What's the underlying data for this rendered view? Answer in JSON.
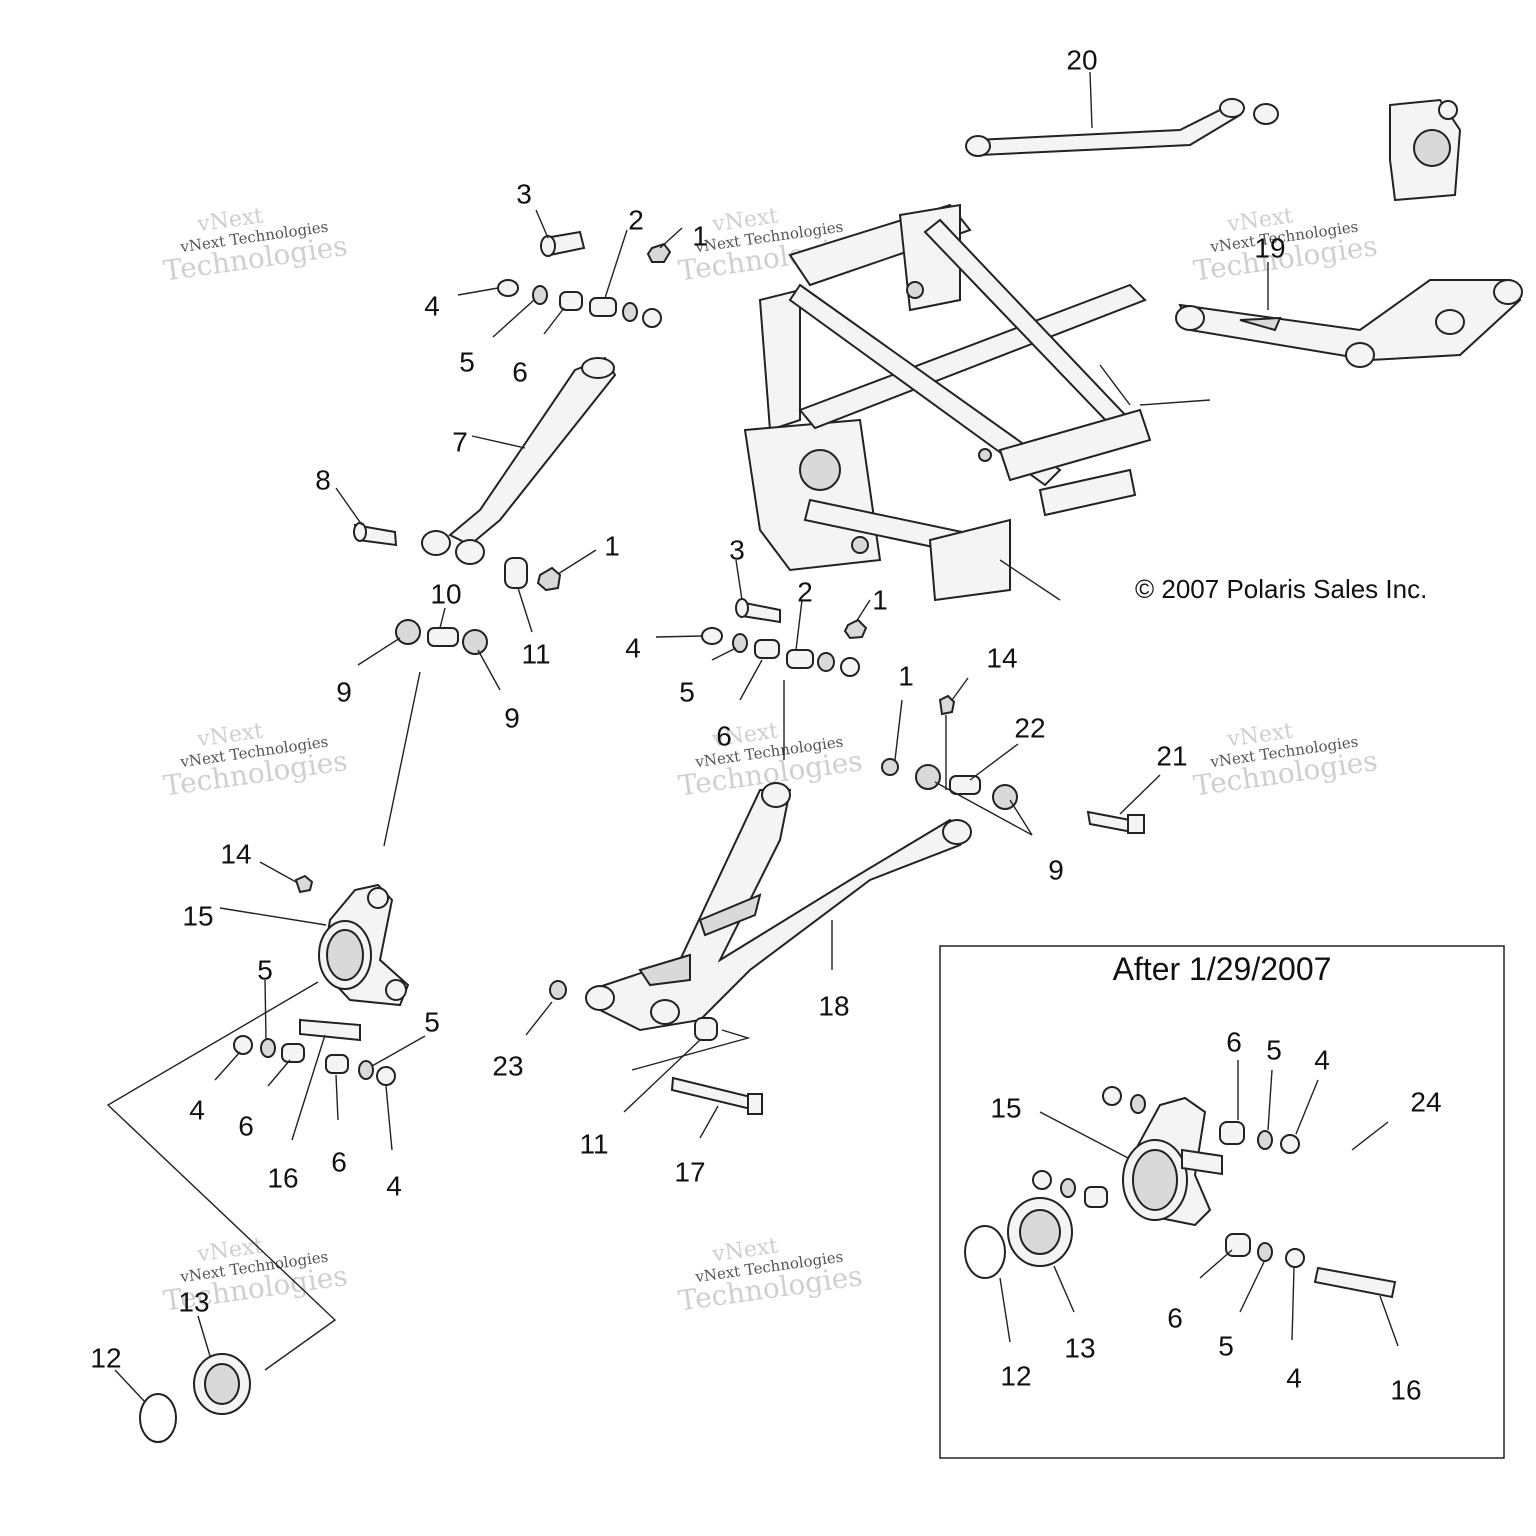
{
  "diagram": {
    "copyright": "© 2007 Polaris Sales Inc.",
    "inset_title": "After 1/29/2007",
    "watermark": {
      "line1": "vNext",
      "line2": "vNext Technologies",
      "line3": "Technologies"
    },
    "callouts": [
      {
        "id": "c1",
        "text": "20"
      },
      {
        "id": "c2",
        "text": "3"
      },
      {
        "id": "c3",
        "text": "2"
      },
      {
        "id": "c4",
        "text": "1"
      },
      {
        "id": "c5",
        "text": "19"
      },
      {
        "id": "c6",
        "text": "4"
      },
      {
        "id": "c7",
        "text": "5"
      },
      {
        "id": "c8",
        "text": "6"
      },
      {
        "id": "c9",
        "text": "7"
      },
      {
        "id": "c10",
        "text": "8"
      },
      {
        "id": "c11",
        "text": "1"
      },
      {
        "id": "c12",
        "text": "10"
      },
      {
        "id": "c13",
        "text": "11"
      },
      {
        "id": "c14",
        "text": "9"
      },
      {
        "id": "c15",
        "text": "9"
      },
      {
        "id": "c16",
        "text": "3"
      },
      {
        "id": "c17",
        "text": "2"
      },
      {
        "id": "c18",
        "text": "1"
      },
      {
        "id": "c19",
        "text": "4"
      },
      {
        "id": "c20",
        "text": "5"
      },
      {
        "id": "c21",
        "text": "6"
      },
      {
        "id": "c22",
        "text": "1"
      },
      {
        "id": "c23",
        "text": "14"
      },
      {
        "id": "c24",
        "text": "22"
      },
      {
        "id": "c25",
        "text": "21"
      },
      {
        "id": "c26",
        "text": "9"
      },
      {
        "id": "c27",
        "text": "14"
      },
      {
        "id": "c28",
        "text": "15"
      },
      {
        "id": "c29",
        "text": "5"
      },
      {
        "id": "c30",
        "text": "5"
      },
      {
        "id": "c31",
        "text": "4"
      },
      {
        "id": "c32",
        "text": "6"
      },
      {
        "id": "c33",
        "text": "16"
      },
      {
        "id": "c34",
        "text": "6"
      },
      {
        "id": "c35",
        "text": "4"
      },
      {
        "id": "c36",
        "text": "18"
      },
      {
        "id": "c37",
        "text": "23"
      },
      {
        "id": "c38",
        "text": "11"
      },
      {
        "id": "c39",
        "text": "17"
      },
      {
        "id": "c40",
        "text": "13"
      },
      {
        "id": "c41",
        "text": "12"
      },
      {
        "id": "c42",
        "text": "6"
      },
      {
        "id": "c43",
        "text": "5"
      },
      {
        "id": "c44",
        "text": "4"
      },
      {
        "id": "c45",
        "text": "15"
      },
      {
        "id": "c46",
        "text": "24"
      },
      {
        "id": "c47",
        "text": "6"
      },
      {
        "id": "c48",
        "text": "5"
      },
      {
        "id": "c49",
        "text": "4"
      },
      {
        "id": "c50",
        "text": "16"
      },
      {
        "id": "c51",
        "text": "13"
      },
      {
        "id": "c52",
        "text": "12"
      }
    ]
  }
}
